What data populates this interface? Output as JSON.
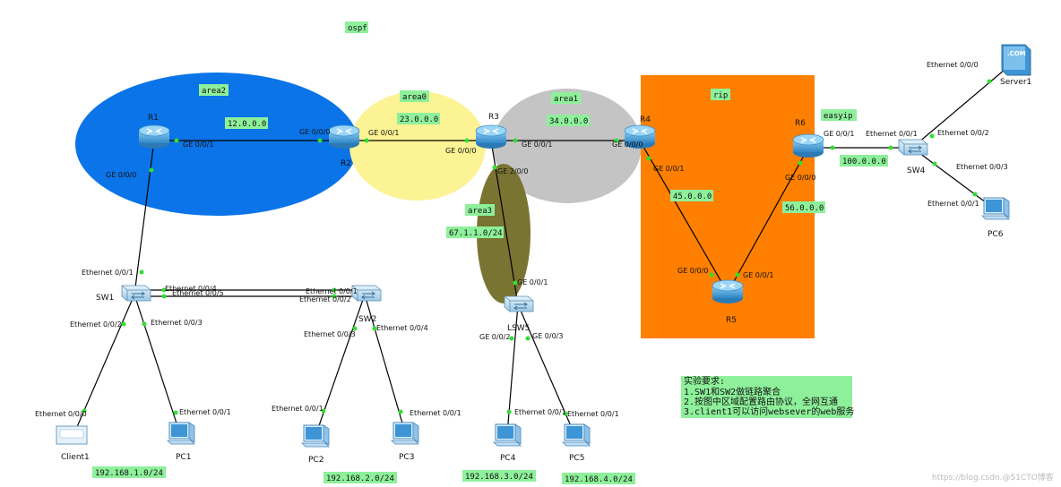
{
  "title": "ospf",
  "areas": {
    "area2": "area2",
    "area0": "area0",
    "area1": "area1",
    "area3": "area3",
    "rip": "rip",
    "easyip": "easyip"
  },
  "networks": {
    "n12": "12.0.0.0",
    "n23": "23.0.0.0",
    "n34": "34.0.0.0",
    "n67": "67.1.1.0/24",
    "n45": "45.0.0.0",
    "n56": "56.0.0.0",
    "n100": "100.0.0.0",
    "lan1": "192.168.1.0/24",
    "lan2": "192.168.2.0/24",
    "lan3": "192.168.3.0/24",
    "lan4": "192.168.4.0/24"
  },
  "devices": {
    "r1": "R1",
    "r2": "R2",
    "r3": "R3",
    "r4": "R4",
    "r5": "R5",
    "r6": "R6",
    "sw1": "SW1",
    "sw2": "SW2",
    "sw4": "SW4",
    "lsw5": "LSW5",
    "client1": "Client1",
    "pc1": "PC1",
    "pc2": "PC2",
    "pc3": "PC3",
    "pc4": "PC4",
    "pc5": "PC5",
    "pc6": "PC6",
    "server1": "Server1",
    "server_badge": ".COM"
  },
  "ports": {
    "r1_ge001": "GE 0/0/1",
    "r1_ge000": "GE 0/0/0",
    "r2_ge000": "GE 0/0/0",
    "r2_ge001": "GE 0/0/1",
    "r3_ge000": "GE 0/0/0",
    "r3_ge001": "GE 0/0/1",
    "r3_ge200": "GE 2/0/0",
    "r4_ge000": "GE 0/0/0",
    "r4_ge001": "GE 0/0/1",
    "r5_ge000": "GE 0/0/0",
    "r5_ge001": "GE 0/0/1",
    "r6_ge000": "GE 0/0/0",
    "r6_ge001": "GE 0/0/1",
    "sw1_e001": "Ethernet 0/0/1",
    "sw1_e004": "Ethernet 0/0/4",
    "sw1_e005": "Ethernet 0/0/5",
    "sw1_e002": "Ethernet 0/0/2",
    "sw1_e003": "Ethernet 0/0/3",
    "sw2_e001": "Ethernet 0/0/1",
    "sw2_e002": "Ethernet 0/0/2",
    "sw2_e003": "Ethernet 0/0/3",
    "sw2_e004": "Ethernet 0/0/4",
    "client1_e000": "Ethernet 0/0/0",
    "pc1_e001": "Ethernet 0/0/1",
    "pc2_e001": "Ethernet 0/0/1",
    "pc3_e001": "Ethernet 0/0/1",
    "lsw5_ge001": "GE 0/0/1",
    "lsw5_ge002": "GE 0/0/2",
    "lsw5_ge003": "GE 0/0/3",
    "pc4_e001": "Ethernet 0/0/1",
    "pc5_e001": "Ethernet 0/0/1",
    "sw4_e001": "Ethernet 0/0/1",
    "sw4_e002": "Ethernet 0/0/2",
    "sw4_e003": "Ethernet 0/0/3",
    "server1_e000": "Ethernet 0/0/0",
    "pc6_e001": "Ethernet 0/0/1"
  },
  "note": {
    "title": "实验要求:",
    "line1": "1.SW1和SW2做链路聚合",
    "line2": "2.按图中区域配置路由协议，全网互通",
    "line3": "3.client1可以访问websever的web服务"
  },
  "watermark": "https://blog.csdn.@51CTO博客",
  "colors": {
    "area2": "#0a74e8",
    "area0": "#fbf394",
    "area1": "#c4c4c4",
    "area3": "#7a7432",
    "rip": "#ff7f00",
    "tag": "#8ef09a",
    "router": "#5aa8dc",
    "link": "#000000",
    "port_dot": "#33dd33"
  }
}
